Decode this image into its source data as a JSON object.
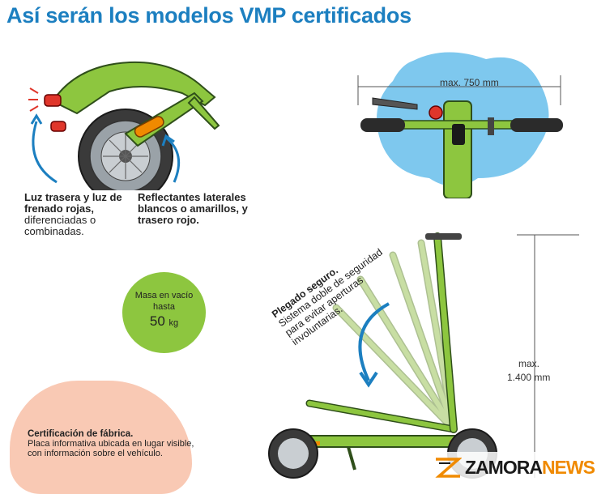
{
  "title": "Así serán los modelos VMP certificados",
  "rear_lights": {
    "bold": "Luz trasera y luz de frenado rojas,",
    "normal": "diferenciadas o combinadas."
  },
  "reflectors": {
    "bold": "Reflectantes laterales blancos o amarillos, y trasero rojo."
  },
  "handlebar": {
    "max_width": "max. 750 mm"
  },
  "folding": {
    "bold": "Plegado seguro.",
    "line1": "Sistema doble de seguridad",
    "line2": "para evitar aperturas",
    "line3": "involuntarias."
  },
  "mass": {
    "line1": "Masa en vacío",
    "line2": "hasta",
    "value": "50",
    "unit": "kg"
  },
  "height": {
    "line1": "max.",
    "line2": "1.400 mm"
  },
  "certification": {
    "bold": "Certificación de fábrica.",
    "normal": "Placa informativa ubicada en lugar visible, con información sobre el vehículo."
  },
  "logo": {
    "word1": "ZAMORA",
    "word2": "NEWS"
  },
  "colors": {
    "title": "#1c7fc0",
    "green": "#8dc63f",
    "blue_blob": "#7ec8ee",
    "peach": "#f9c9b4",
    "orange": "#f08a00"
  }
}
